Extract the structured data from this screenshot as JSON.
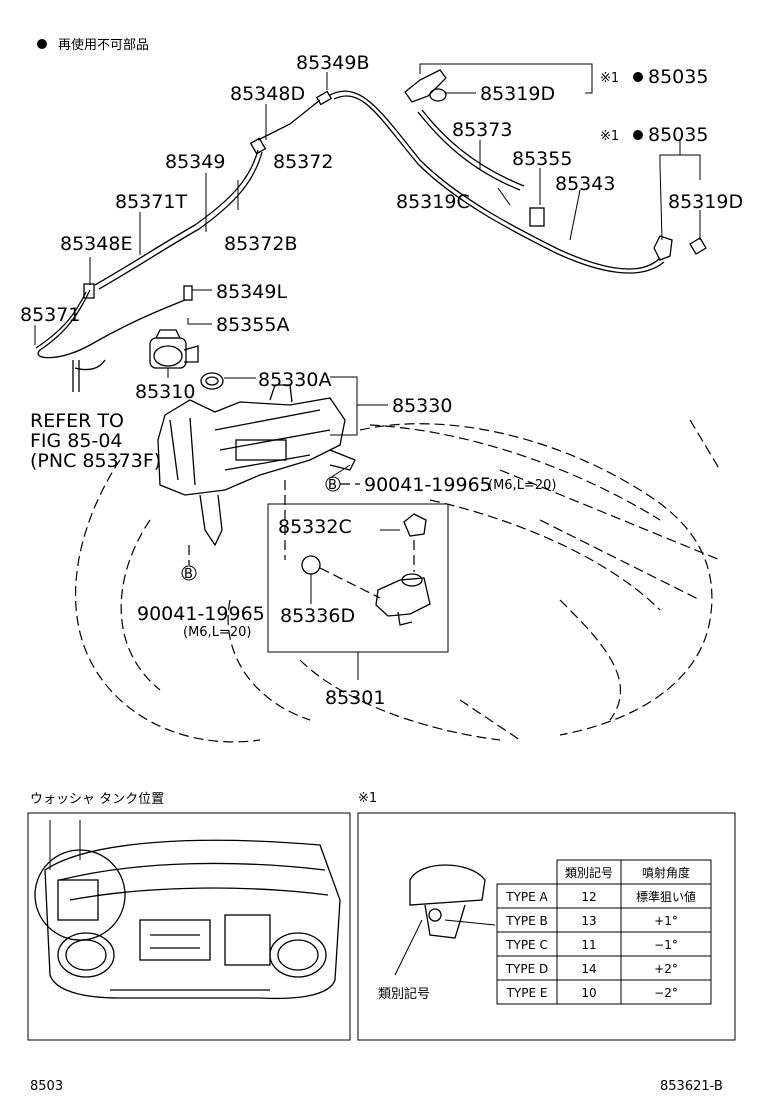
{
  "legend": {
    "bullet": "●",
    "text": "再使用不可部品"
  },
  "parts": {
    "p85349B": "85349B",
    "p85348D": "85348D",
    "p85319D_top": "85319D",
    "p85035_top": "85035",
    "p85035_top_mark": "※1",
    "p85035_2": "85035",
    "p85035_2_mark": "※1",
    "p85373": "85373",
    "p85349": "85349",
    "p85372": "85372",
    "p85355": "85355",
    "p85343": "85343",
    "p85371T": "85371T",
    "p85319C": "85319C",
    "p85319D_right": "85319D",
    "p85348E": "85348E",
    "p85372B": "85372B",
    "p85349L": "85349L",
    "p85371": "85371",
    "p85355A": "85355A",
    "p85310": "85310",
    "p85330A": "85330A",
    "p85330": "85330",
    "p85332C": "85332C",
    "p85336D": "85336D",
    "p85301": "85301",
    "bolt1": "90041-19965",
    "bolt1_spec": "(M6,L=20)",
    "bolt2": "90041-19965",
    "bolt2_spec": "(M6,L=20)",
    "bolt_marker": "B"
  },
  "refer": {
    "line1": "REFER TO",
    "line2": "FIG 85-04",
    "line3": "(PNC 85373F)"
  },
  "bottom_left": {
    "title": "ウォッシャ タンク位置"
  },
  "bottom_right": {
    "title": "※1",
    "callout": "類別記号",
    "headers": [
      "",
      "類別記号",
      "噴射角度"
    ],
    "rows": [
      [
        "TYPE A",
        "12",
        "標準狙い値"
      ],
      [
        "TYPE B",
        "13",
        "+1°"
      ],
      [
        "TYPE C",
        "11",
        "−1°"
      ],
      [
        "TYPE D",
        "14",
        "+2°"
      ],
      [
        "TYPE E",
        "10",
        "−2°"
      ]
    ]
  },
  "footer": {
    "left": "8503",
    "right": "853621-B"
  }
}
